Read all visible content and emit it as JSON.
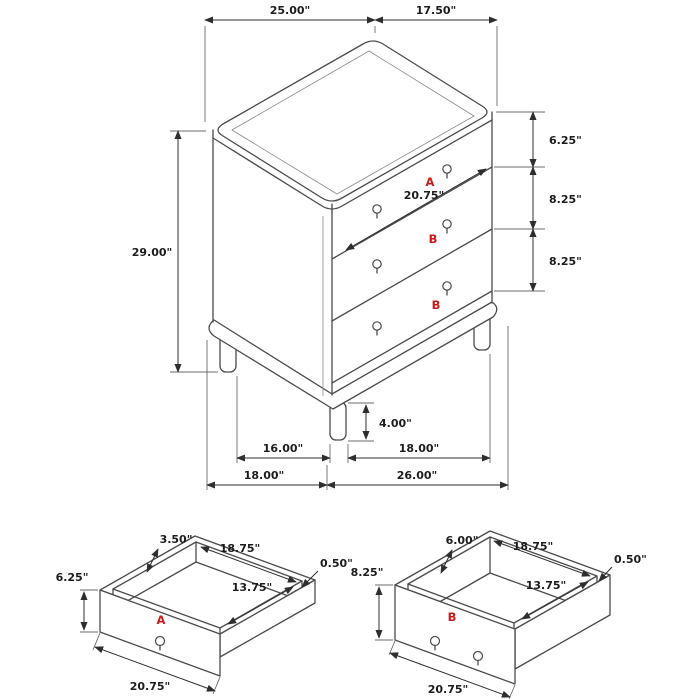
{
  "diagram": {
    "main": {
      "top_width": "25.00\"",
      "top_depth": "17.50\"",
      "height": "29.00\"",
      "drawer_a_height": "6.25\"",
      "drawer_b1_height": "8.25\"",
      "drawer_b2_height": "8.25\"",
      "drawer_width": "20.75\"",
      "leg_height": "4.00\"",
      "base_front_left": "16.00\"",
      "base_front_right": "18.00\"",
      "base_total_left": "18.00\"",
      "base_total_right": "26.00\"",
      "label_a": "A",
      "label_b1": "B",
      "label_b2": "B"
    },
    "drawer_a": {
      "label": "A",
      "front_height": "6.25\"",
      "side_height": "3.50\"",
      "inner_width": "18.75\"",
      "thickness": "0.50\"",
      "inner_depth": "13.75\"",
      "outer_width": "20.75\""
    },
    "drawer_b": {
      "label": "B",
      "front_height": "8.25\"",
      "side_height": "6.00\"",
      "inner_width": "18.75\"",
      "thickness": "0.50\"",
      "inner_depth": "13.75\"",
      "outer_width": "20.75\""
    }
  }
}
